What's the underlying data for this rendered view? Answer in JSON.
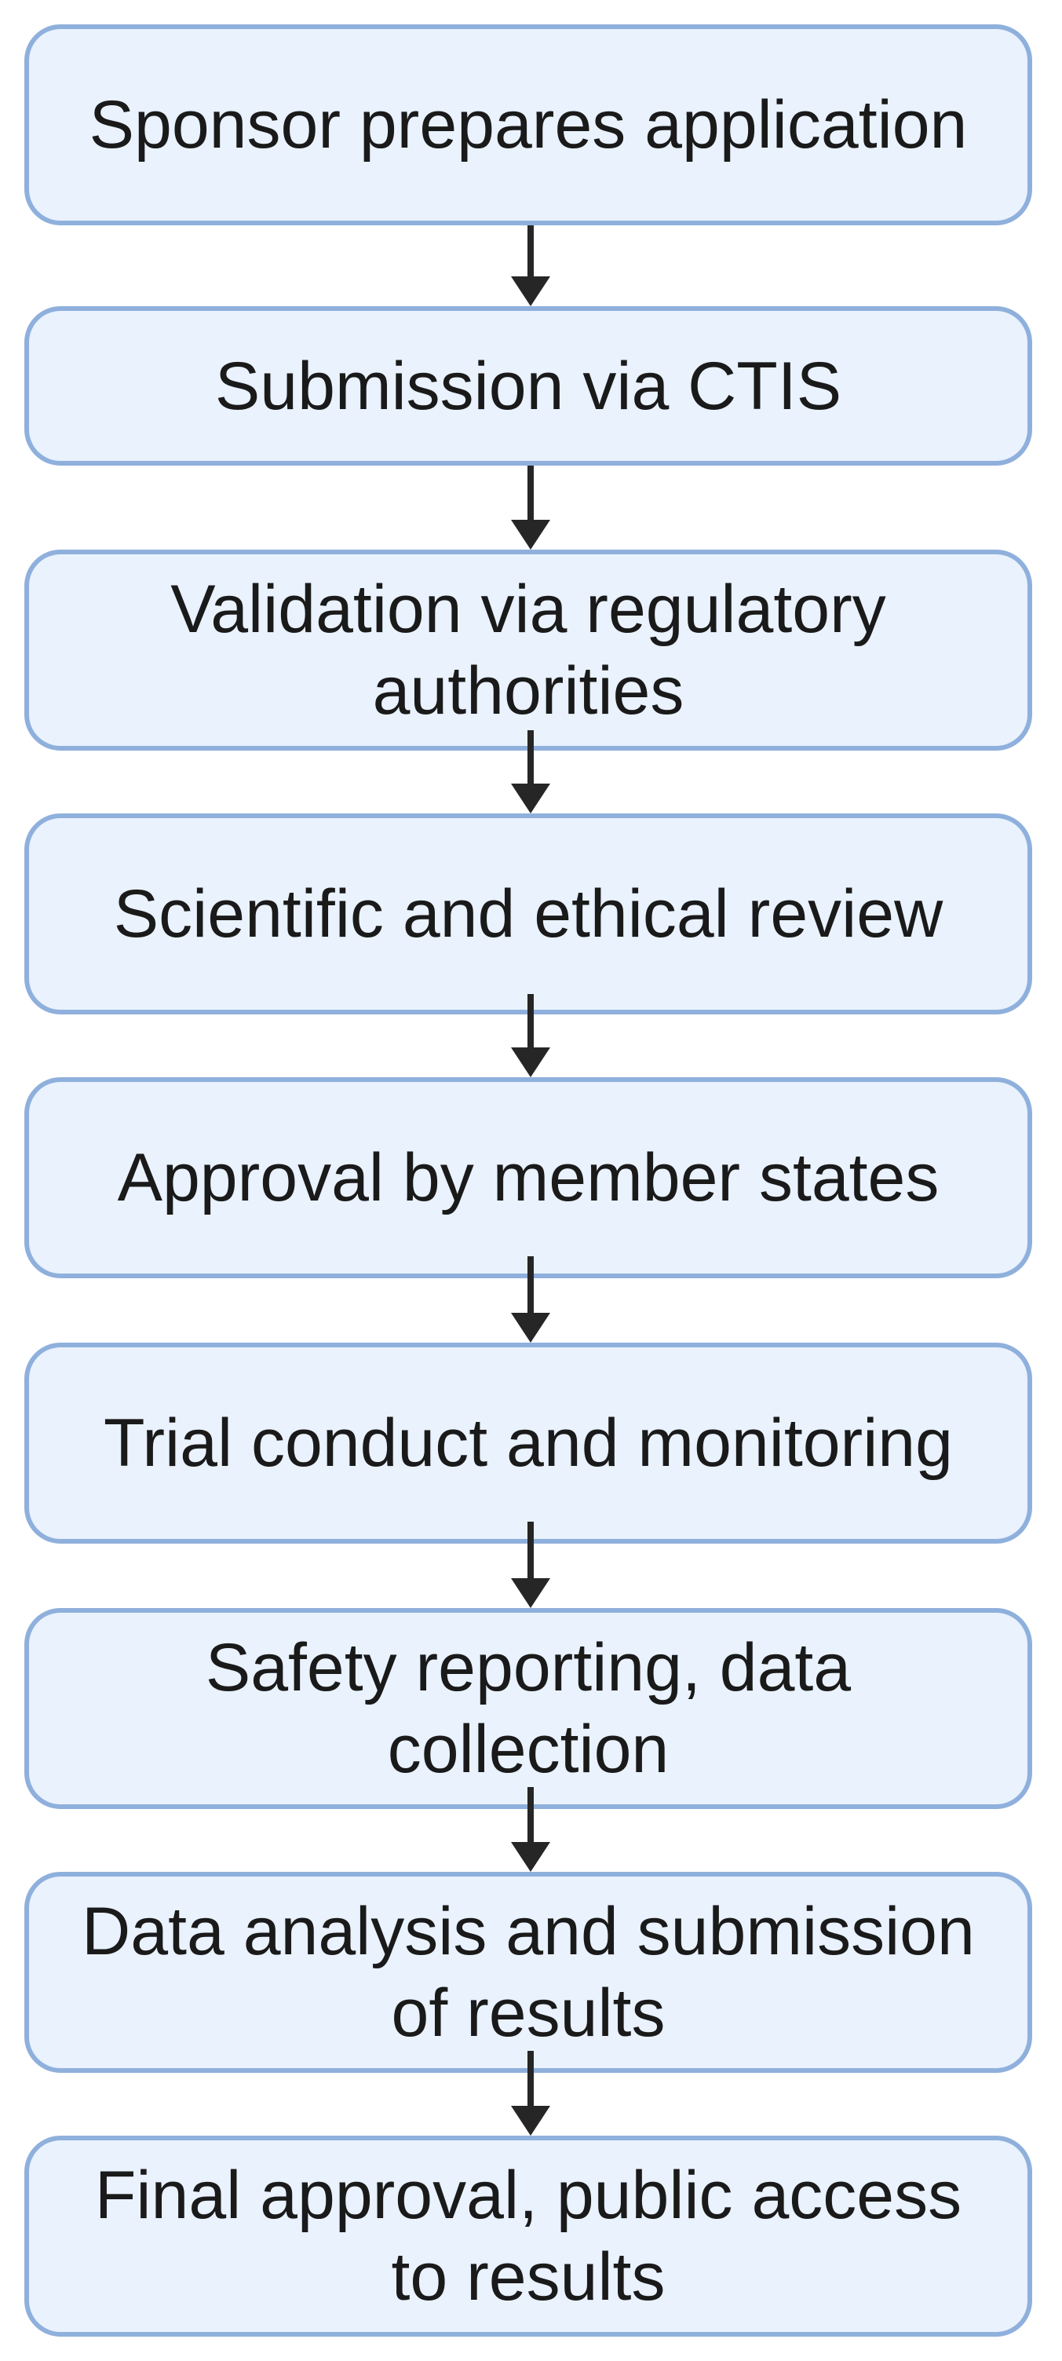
{
  "steps": [
    {
      "label": "Sponsor prepares application"
    },
    {
      "label": "Submission via CTIS"
    },
    {
      "label": "Validation via regulatory authorities"
    },
    {
      "label": "Scientific and ethical review"
    },
    {
      "label": "Approval by member states"
    },
    {
      "label": "Trial conduct and monitoring"
    },
    {
      "label": "Safety reporting, data collection"
    },
    {
      "label": "Data analysis and submission of results"
    },
    {
      "label": "Final approval, public access to results"
    }
  ],
  "colors": {
    "box_fill": "#e9f2fd",
    "box_border": "#8fb0dc",
    "arrow": "#262626",
    "text": "#1a1a1a"
  }
}
